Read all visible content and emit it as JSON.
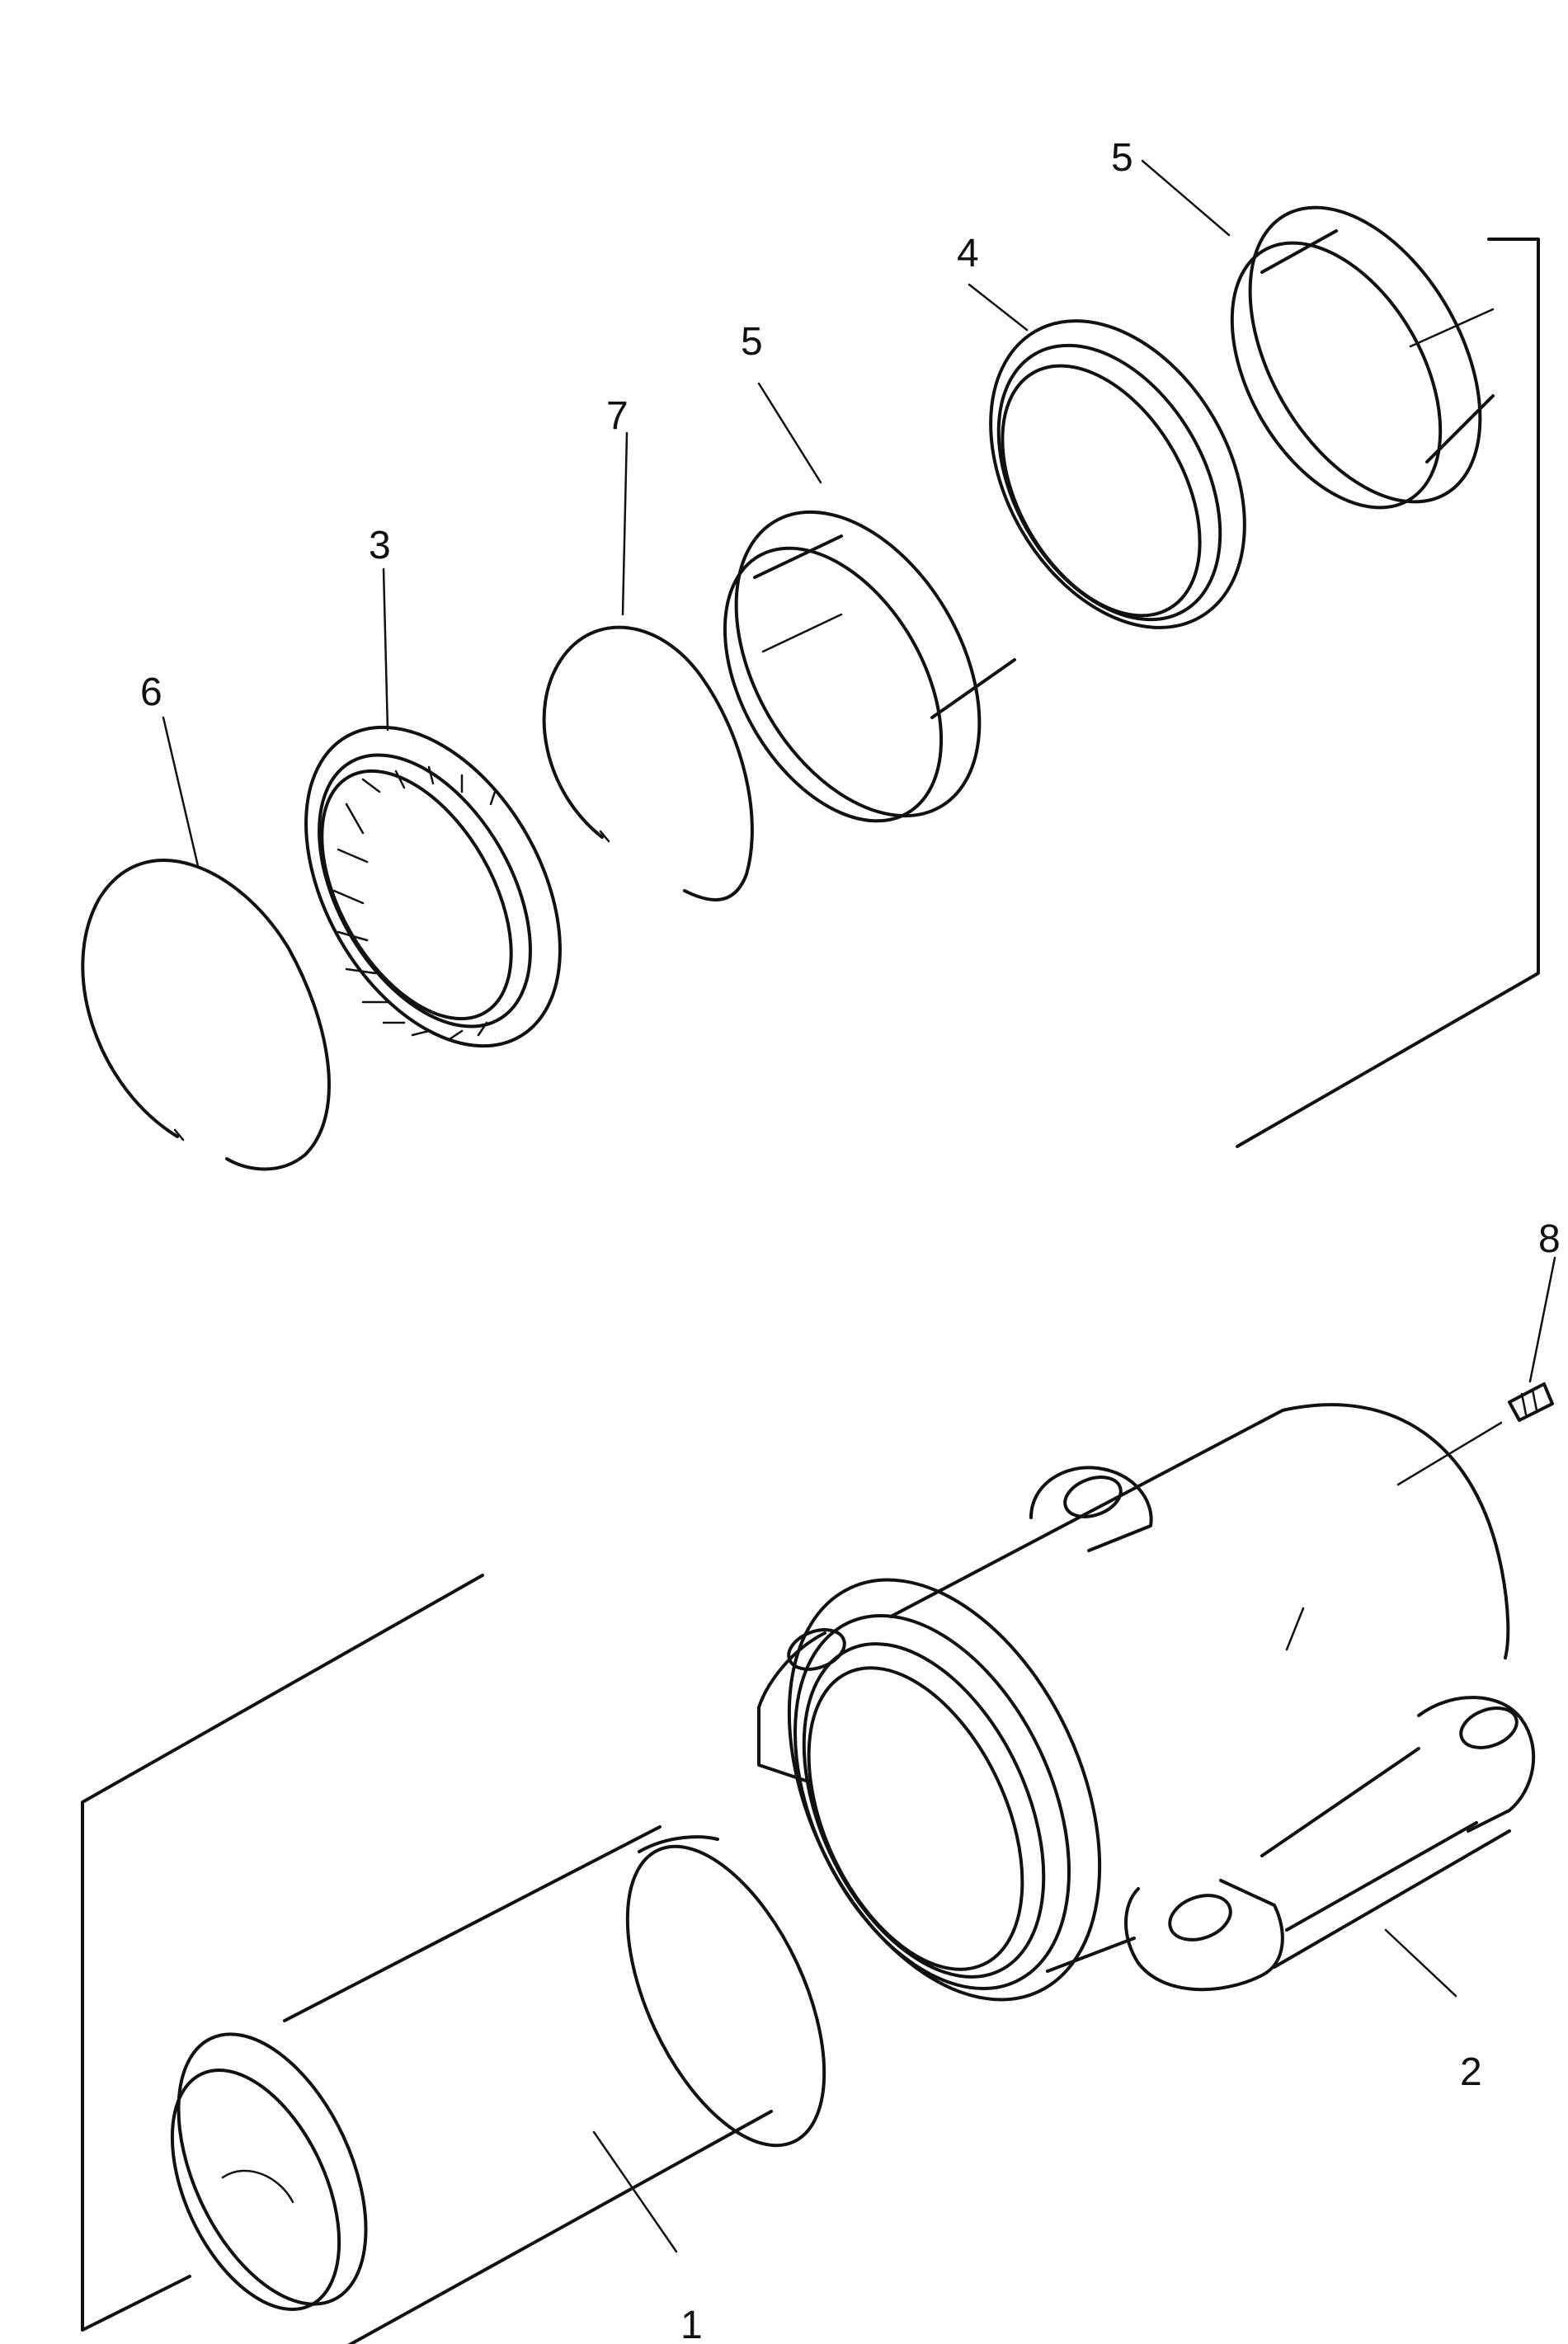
{
  "callouts": {
    "pin": "1",
    "housing": "2",
    "seal": "3",
    "collar": "4",
    "bushing_front": "5",
    "bushing_rear": "5",
    "snap_ring_front": "6",
    "snap_ring_rear": "7",
    "grease_fitting": "8"
  }
}
